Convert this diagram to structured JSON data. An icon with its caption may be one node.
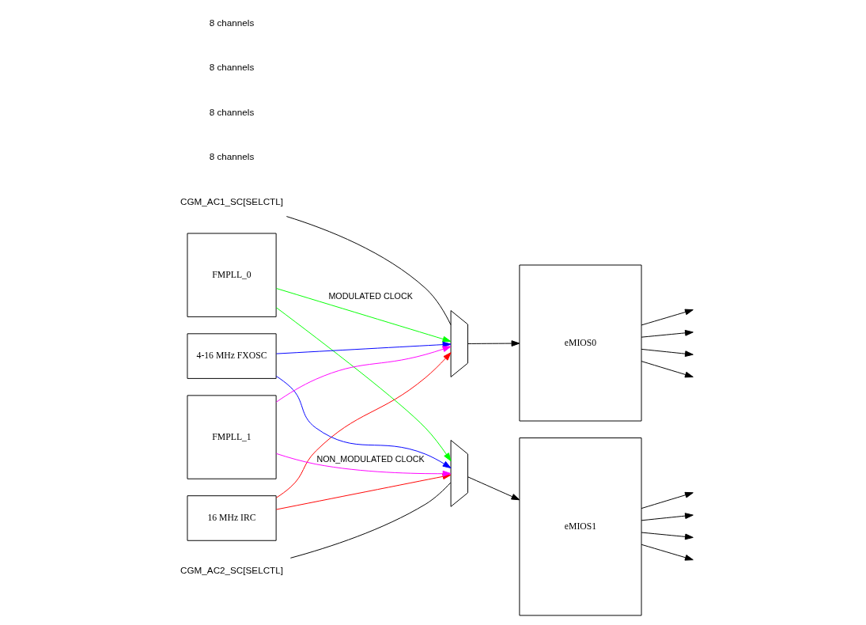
{
  "diagram": {
    "nodes": [
      {
        "text": [
          "FMPLL_0"
        ]
      },
      {
        "text": [
          "16 MHz IRC"
        ]
      },
      {
        "text": [
          "4-16 MHz FXOSC"
        ]
      },
      {
        "text": [
          "FMPLL_1"
        ]
      },
      {
        "text": [],
        "shape": "trapezoid"
      },
      {
        "text": [],
        "shape": "trapezoid"
      },
      {
        "text": [
          "eMIOS0"
        ]
      },
      {
        "text": [
          "eMIOS1"
        ]
      },
      {
        "text": [
          "CGM_AC1_SC[SELCTL]"
        ]
      },
      {
        "text": [
          "CGM_AC2_SC[SELCTL]"
        ]
      }
    ],
    "edges": [
      {
        "from": 0,
        "to": 4,
        "arrow": "to",
        "label": "MODULATED CLOCK",
        "color": "#00ff00"
      },
      {
        "from": 3,
        "to": 4,
        "arrow": "to",
        "color": "#ff00ff"
      },
      {
        "from": 1,
        "to": 4,
        "arrow": "to",
        "color": "#ff0000"
      },
      {
        "from": 2,
        "to": 4,
        "arrow": "to",
        "color": "#0000ff"
      },
      {
        "from": 1,
        "to": 5,
        "arrow": "to",
        "color": "#ff0000"
      },
      {
        "from": 2,
        "to": 5,
        "arrow": "to",
        "color": "#0000ff"
      },
      {
        "from": 0,
        "to": 5,
        "arrow": "to",
        "color": "#00ff00"
      },
      {
        "from": 3,
        "to": 5,
        "arrow": "to",
        "label": "NON_MODULATED CLOCK",
        "color": "#ff00ff"
      },
      {
        "from": 8,
        "to": 4,
        "arrow": "none"
      },
      {
        "from": 9,
        "to": 5,
        "arrow": "none"
      },
      {
        "from": 4,
        "to": 6,
        "arrow": "to"
      },
      {
        "from": 5,
        "to": 7,
        "arrow": "to"
      },
      {
        "from": 6,
        "to": null,
        "arrow": "to"
      },
      {
        "from": 6,
        "to": null,
        "arrow": "to"
      },
      {
        "from": 6,
        "to": null,
        "arrow": "to"
      },
      {
        "from": 6,
        "to": null,
        "arrow": "to"
      },
      {
        "from": 7,
        "to": null,
        "arrow": "to"
      },
      {
        "from": 7,
        "to": null,
        "arrow": "to"
      },
      {
        "from": 7,
        "to": null,
        "arrow": "to"
      },
      {
        "from": 7,
        "to": null,
        "arrow": "to"
      }
    ],
    "labels": [
      "8 channels",
      "8 channels",
      "8 channels",
      "8 channels"
    ]
  }
}
